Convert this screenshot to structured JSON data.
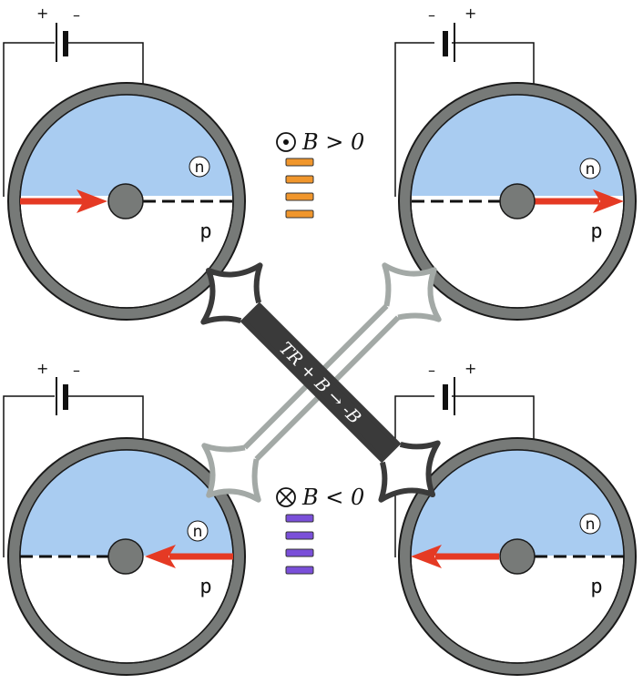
{
  "colors": {
    "ring": "#777a78",
    "ring_stroke": "#1a1a1a",
    "n_region": "#a9ccf1",
    "arrow": "#e53a24",
    "coil_positive": "#f0962c",
    "coil_negative": "#7a4fd9",
    "arrow_dark": "#3a3a3a",
    "arrow_light": "#a3a9a6"
  },
  "battery": {
    "plus": "+",
    "minus": "–"
  },
  "regions": {
    "n": "n",
    "p": "p"
  },
  "fields": {
    "positive": {
      "symbol": "dot-in-circle-icon",
      "label": "B > 0",
      "coil_bars": 4
    },
    "negative": {
      "symbol": "cross-in-circle-icon",
      "label": "B < 0",
      "coil_bars": 4
    }
  },
  "transform_arrow": {
    "label": "TR + B → -B"
  },
  "panels": [
    {
      "id": "top-left",
      "battery_order": [
        "+",
        "–"
      ],
      "arrow_direction": "right",
      "arrow_side": "left"
    },
    {
      "id": "top-right",
      "battery_order": [
        "–",
        "+"
      ],
      "arrow_direction": "right",
      "arrow_side": "right"
    },
    {
      "id": "bottom-left",
      "battery_order": [
        "+",
        "–"
      ],
      "arrow_direction": "left",
      "arrow_side": "right"
    },
    {
      "id": "bottom-right",
      "battery_order": [
        "–",
        "+"
      ],
      "arrow_direction": "left",
      "arrow_side": "left"
    }
  ]
}
